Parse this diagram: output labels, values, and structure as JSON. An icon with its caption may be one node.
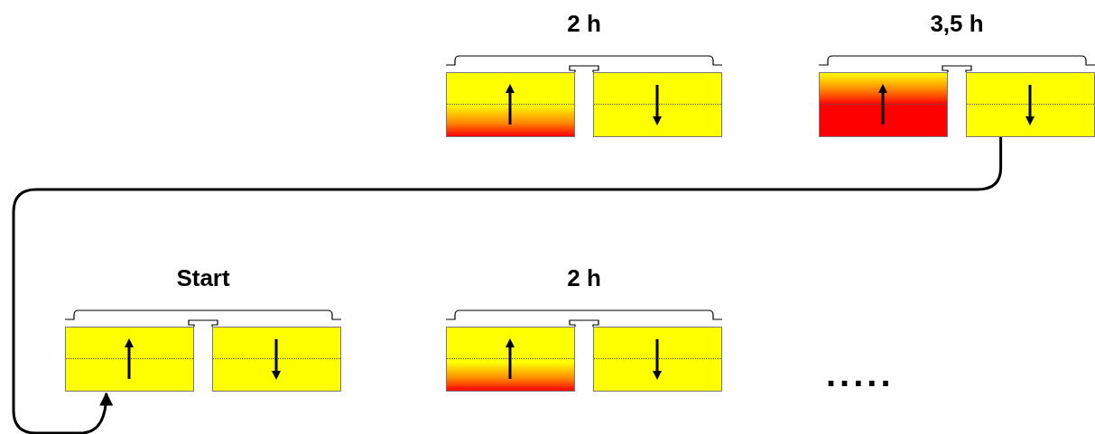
{
  "diagram": {
    "nodes": [
      {
        "text": [
          "2 h"
        ]
      },
      {
        "text": [],
        "shape": "box",
        "in": 0
      },
      {
        "text": [],
        "shape": "box",
        "in": 0
      },
      {
        "text": [
          "3,5 h"
        ]
      },
      {
        "text": [],
        "shape": "box",
        "in": 3
      },
      {
        "text": [],
        "shape": "box",
        "in": 3
      },
      {
        "text": [
          "Start"
        ]
      },
      {
        "text": [],
        "shape": "box",
        "in": 6
      },
      {
        "text": [],
        "shape": "box",
        "in": 6
      },
      {
        "text": [
          "2 h"
        ]
      },
      {
        "text": [],
        "shape": "box",
        "in": 9
      },
      {
        "text": [],
        "shape": "box",
        "in": 9
      }
    ],
    "edges": [
      {
        "from": 5,
        "to": 7,
        "arrow": "to"
      }
    ],
    "labels": [
      "....."
    ]
  }
}
